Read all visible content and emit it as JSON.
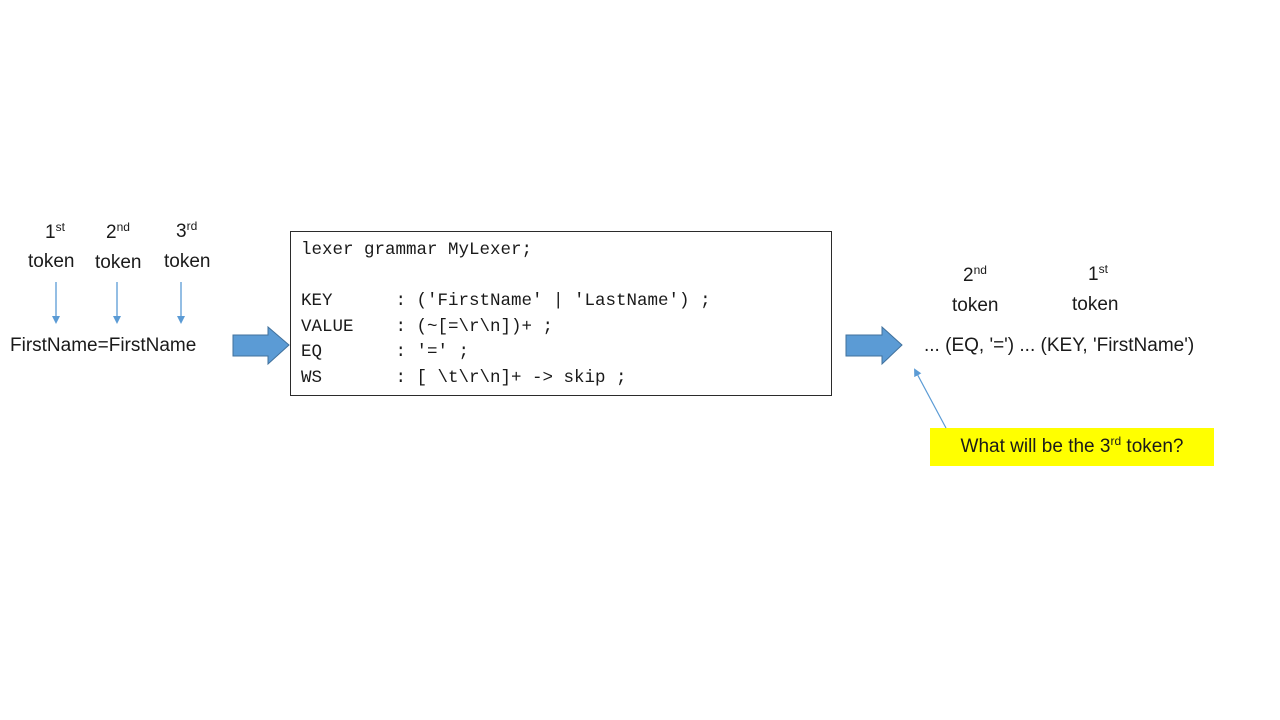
{
  "input": {
    "text": "FirstName=FirstName",
    "tokens": [
      {
        "num": "1",
        "sup": "st",
        "word": "token"
      },
      {
        "num": "2",
        "sup": "nd",
        "word": "token"
      },
      {
        "num": "3",
        "sup": "rd",
        "word": "token"
      }
    ]
  },
  "grammar": {
    "lines": [
      "lexer grammar MyLexer;",
      "",
      "KEY      : ('FirstName' | 'LastName') ;",
      "VALUE    : (~[=\\r\\n])+ ;",
      "EQ       : '=' ;",
      "WS       : [ \\t\\r\\n]+ -> skip ;"
    ]
  },
  "output": {
    "text": "... (EQ, '=') ... (KEY, 'FirstName')",
    "tokens": [
      {
        "num": "2",
        "sup": "nd",
        "word": "token"
      },
      {
        "num": "1",
        "sup": "st",
        "word": "token"
      }
    ]
  },
  "question": {
    "before": "What will be the 3",
    "sup": "rd",
    "after": " token?"
  },
  "colors": {
    "arrow_fill": "#5b9bd5",
    "arrow_stroke": "#41719c",
    "thin_arrow": "#5b9bd5",
    "highlight": "#ffff00"
  }
}
